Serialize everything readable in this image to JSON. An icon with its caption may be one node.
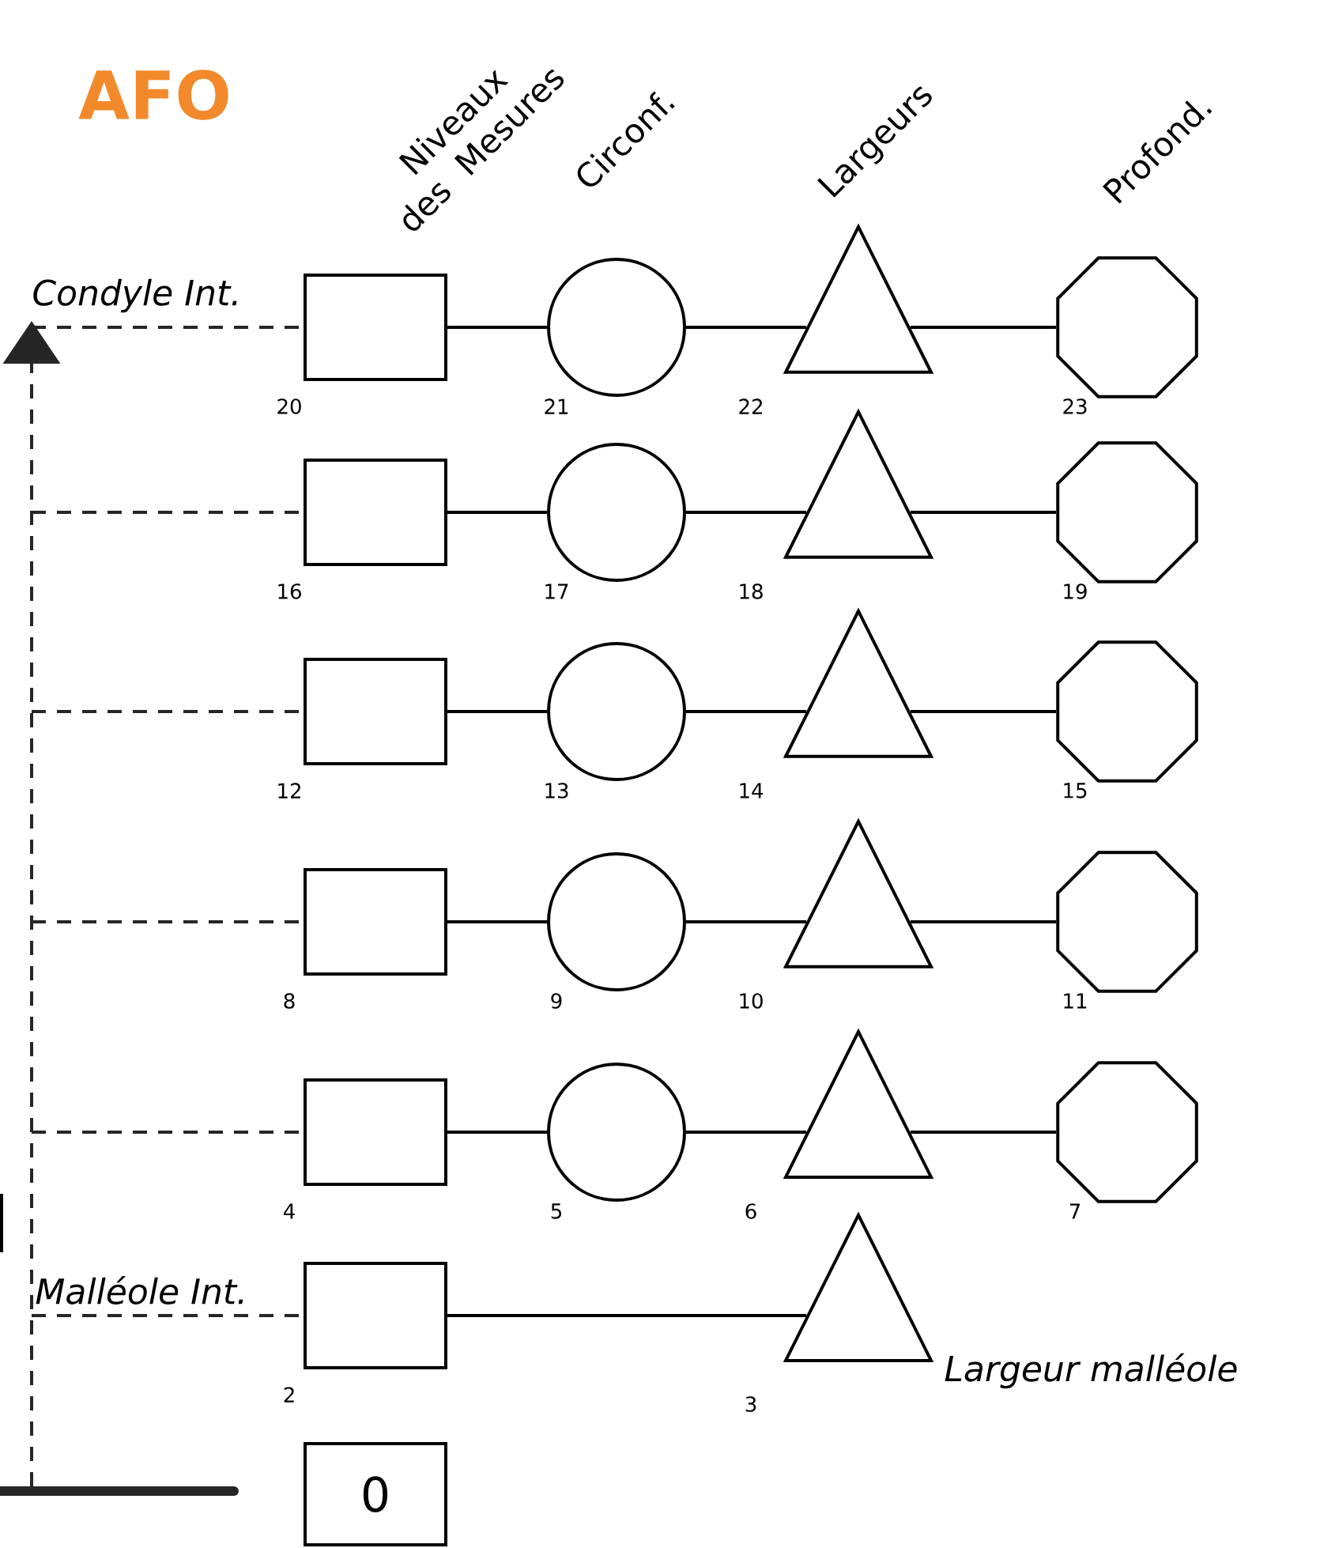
{
  "diagram": {
    "title": "AFO",
    "nodes": [
      {
        "text": [],
        "shape": "box",
        "beside": [
          "20"
        ]
      },
      {
        "text": [],
        "shape": "circle",
        "beside": [
          "21"
        ]
      },
      {
        "text": [],
        "shape": "triangle",
        "beside": [
          "22"
        ]
      },
      {
        "text": [],
        "shape": "octagon",
        "beside": [
          "23"
        ]
      },
      {
        "text": [],
        "shape": "box",
        "beside": [
          "16"
        ]
      },
      {
        "text": [],
        "shape": "circle",
        "beside": [
          "17"
        ]
      },
      {
        "text": [],
        "shape": "triangle",
        "beside": [
          "18"
        ]
      },
      {
        "text": [],
        "shape": "octagon",
        "beside": [
          "19"
        ]
      },
      {
        "text": [],
        "shape": "box",
        "beside": [
          "12"
        ]
      },
      {
        "text": [],
        "shape": "circle",
        "beside": [
          "13"
        ]
      },
      {
        "text": [],
        "shape": "triangle",
        "beside": [
          "14"
        ]
      },
      {
        "text": [],
        "shape": "octagon",
        "beside": [
          "15"
        ]
      },
      {
        "text": [],
        "shape": "box",
        "beside": [
          "8"
        ]
      },
      {
        "text": [],
        "shape": "circle",
        "beside": [
          "9"
        ]
      },
      {
        "text": [],
        "shape": "triangle",
        "beside": [
          "10"
        ]
      },
      {
        "text": [],
        "shape": "octagon",
        "beside": [
          "11"
        ]
      },
      {
        "text": [],
        "shape": "box",
        "beside": [
          "4"
        ]
      },
      {
        "text": [],
        "shape": "circle",
        "beside": [
          "5"
        ]
      },
      {
        "text": [],
        "shape": "triangle",
        "beside": [
          "6"
        ]
      },
      {
        "text": [],
        "shape": "octagon",
        "beside": [
          "7"
        ]
      },
      {
        "text": [],
        "shape": "box",
        "beside": [
          "2"
        ]
      },
      {
        "text": [],
        "shape": "triangle",
        "beside": [
          "3",
          "Largeur malléole"
        ]
      },
      {
        "text": [
          "0"
        ]
      },
      {
        "text": [],
        "shape": "bar"
      }
    ],
    "edges": [
      {
        "from": 0,
        "to": 1,
        "arrow": "none"
      },
      {
        "from": 1,
        "to": 2,
        "arrow": "none"
      },
      {
        "from": 2,
        "to": 3,
        "arrow": "none"
      },
      {
        "from": 4,
        "to": 5,
        "arrow": "none"
      },
      {
        "from": 5,
        "to": 6,
        "arrow": "none"
      },
      {
        "from": 6,
        "to": 7,
        "arrow": "none"
      },
      {
        "from": 8,
        "to": 9,
        "arrow": "none"
      },
      {
        "from": 9,
        "to": 10,
        "arrow": "none"
      },
      {
        "from": 10,
        "to": 11,
        "arrow": "none"
      },
      {
        "from": 12,
        "to": 13,
        "arrow": "none"
      },
      {
        "from": 13,
        "to": 14,
        "arrow": "none"
      },
      {
        "from": 14,
        "to": 15,
        "arrow": "none"
      },
      {
        "from": 16,
        "to": 17,
        "arrow": "none"
      },
      {
        "from": 17,
        "to": 18,
        "arrow": "none"
      },
      {
        "from": 18,
        "to": 19,
        "arrow": "none"
      },
      {
        "from": 20,
        "to": 21,
        "arrow": "none"
      },
      {
        "from": 23,
        "to": 0,
        "arrow": "none",
        "style": "dashed"
      },
      {
        "from": 23,
        "to": 4,
        "arrow": "none",
        "style": "dashed"
      },
      {
        "from": 23,
        "to": 8,
        "arrow": "none",
        "style": "dashed"
      },
      {
        "from": 23,
        "to": 12,
        "arrow": "none",
        "style": "dashed"
      },
      {
        "from": 23,
        "to": 16,
        "arrow": "none",
        "style": "dashed"
      },
      {
        "from": 23,
        "to": 20,
        "arrow": "none",
        "style": "dashed"
      }
    ],
    "labels": [
      "Niveaux des Mesures",
      "Circonf.",
      "Largeurs",
      "Profond.",
      "Condyle Int.",
      "Malléole Int."
    ]
  }
}
